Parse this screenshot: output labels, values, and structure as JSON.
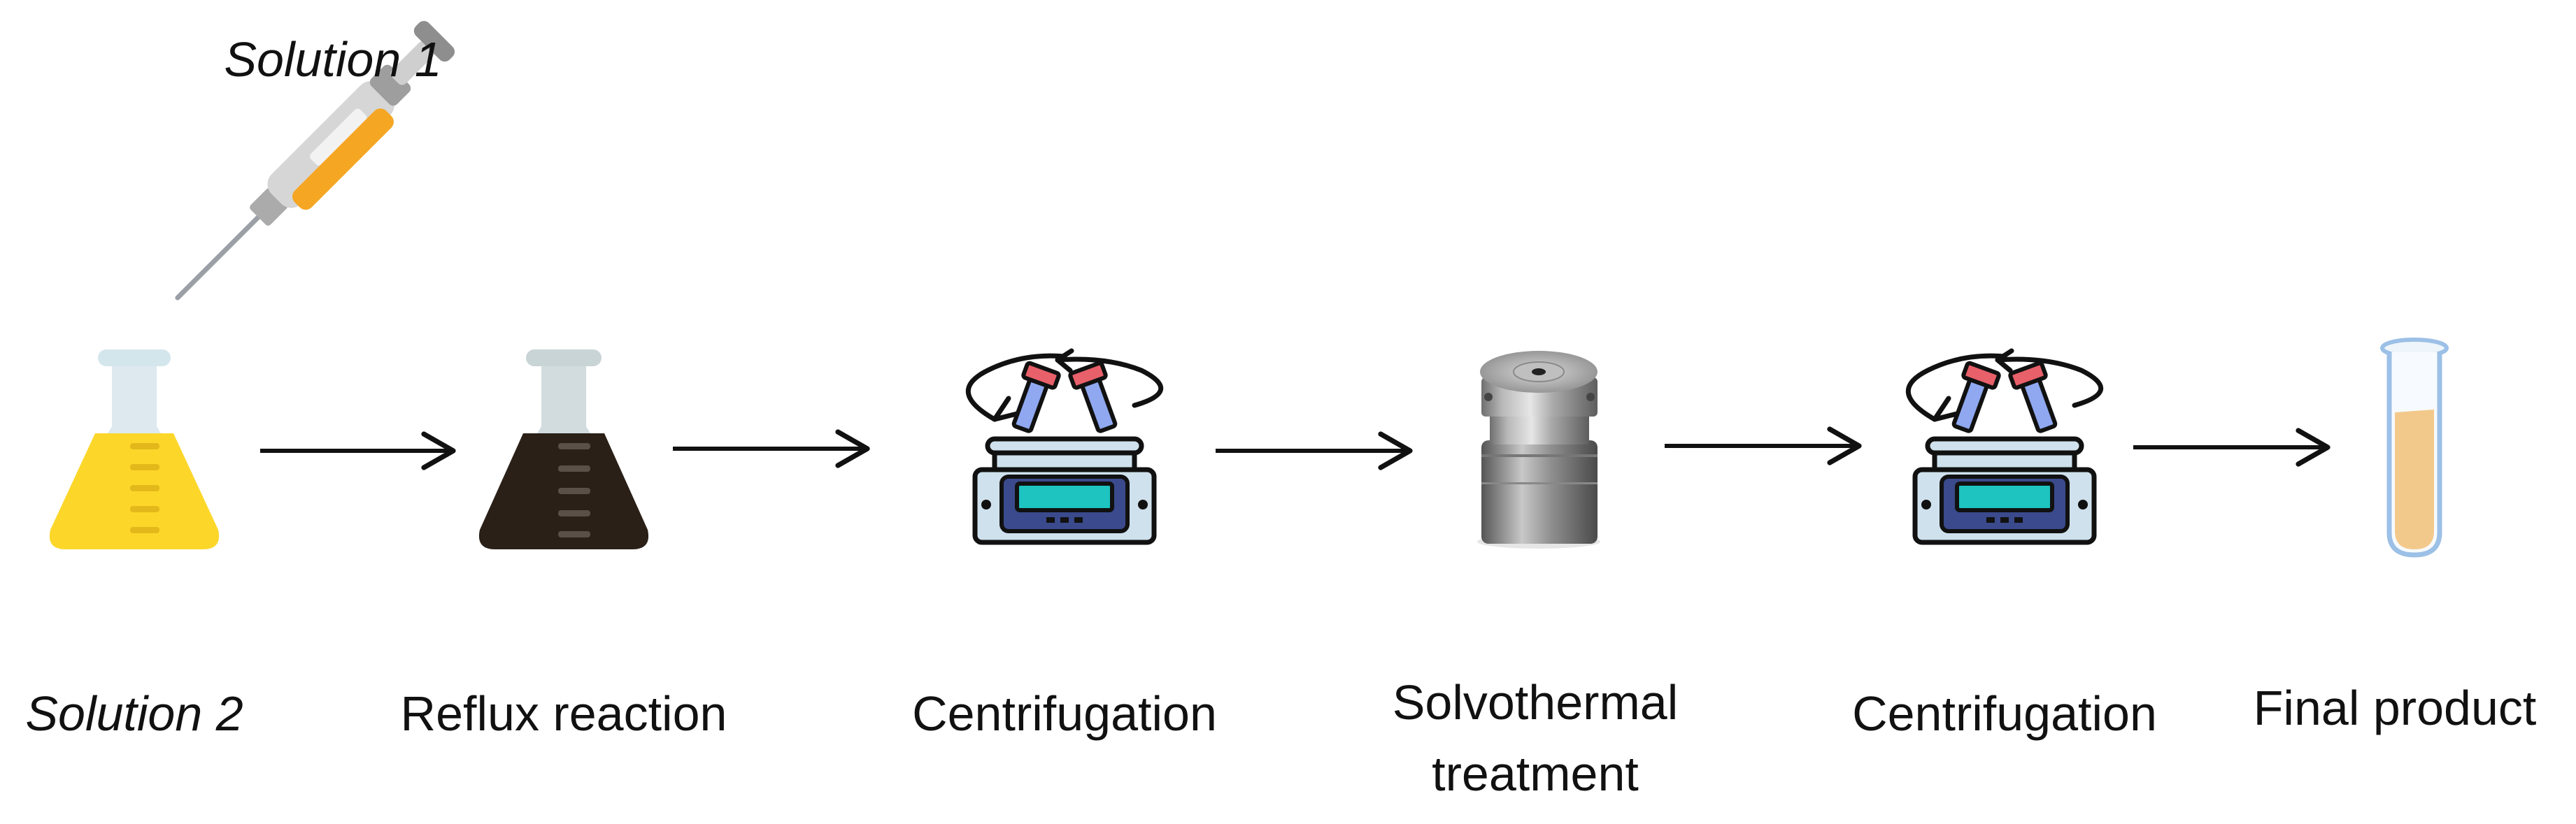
{
  "labels": {
    "solution1": "Solution 1",
    "solution2": "Solution 2",
    "reflux": "Reflux reaction",
    "centrifugation1": "Centrifugation",
    "solvothermal": "Solvothermal treatment",
    "centrifugation2": "Centrifugation",
    "final": "Final product"
  },
  "icons": {
    "pipette": "pipette-icon",
    "flask_yellow": "erlenmeyer-flask-icon",
    "flask_dark": "erlenmeyer-flask-icon",
    "centrifuge": "centrifuge-icon",
    "autoclave": "autoclave-icon",
    "test_tube": "test-tube-icon"
  },
  "colors": {
    "yellow_solution": "#FCD72A",
    "dark_solution": "#2A2018",
    "final_product": "#F3C98B",
    "centrifuge_screen": "#1DC4C0",
    "centrifuge_tube_cap": "#E8606A",
    "arrow": "#111111"
  }
}
